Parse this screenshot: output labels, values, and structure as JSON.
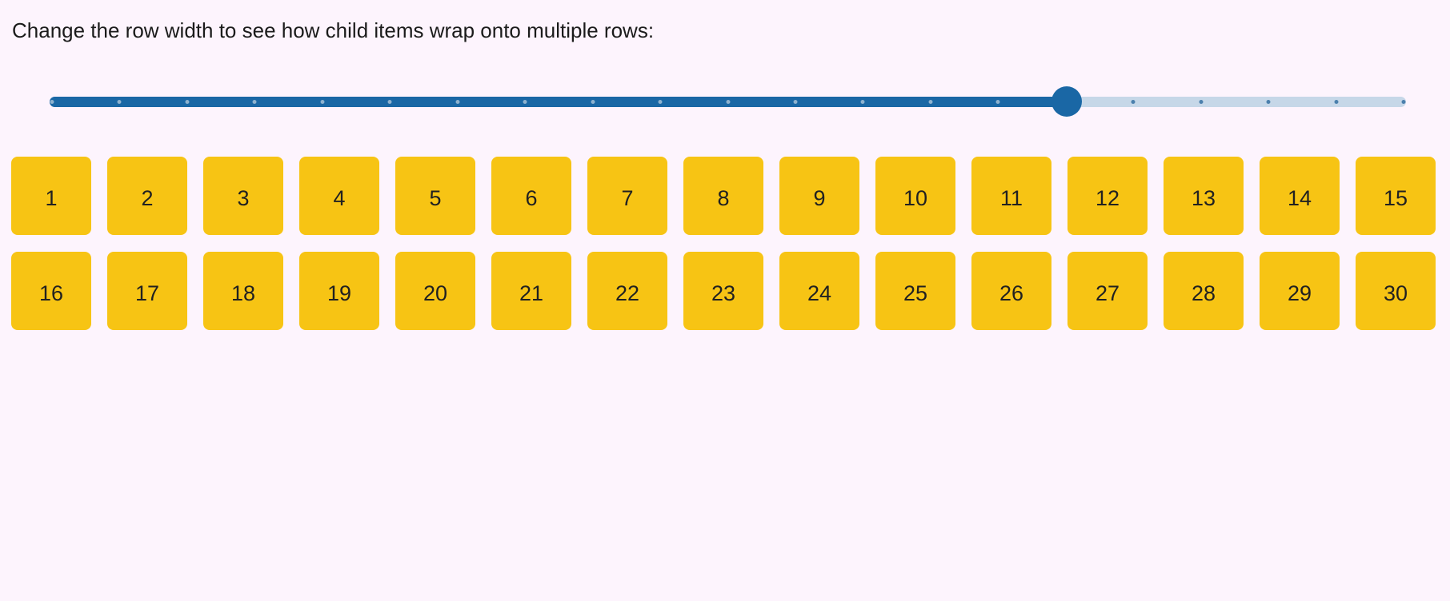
{
  "app": {
    "background_color": "#fdf4fd"
  },
  "header": {
    "instruction": "Change the row width to see how child items wrap onto multiple rows:"
  },
  "slider": {
    "value_percent": 75,
    "tick_count": 21,
    "colors": {
      "fill": "#1a67a5",
      "thumb": "#1a67a5",
      "track": "#c6d7e8",
      "tick_on_fill": "#8db1cf",
      "tick_on_track": "#4c80ad"
    }
  },
  "grid": {
    "tile_color": "#f7c414",
    "text_color": "#212121",
    "items": [
      "1",
      "2",
      "3",
      "4",
      "5",
      "6",
      "7",
      "8",
      "9",
      "10",
      "11",
      "12",
      "13",
      "14",
      "15",
      "16",
      "17",
      "18",
      "19",
      "20",
      "21",
      "22",
      "23",
      "24",
      "25",
      "26",
      "27",
      "28",
      "29",
      "30"
    ]
  }
}
